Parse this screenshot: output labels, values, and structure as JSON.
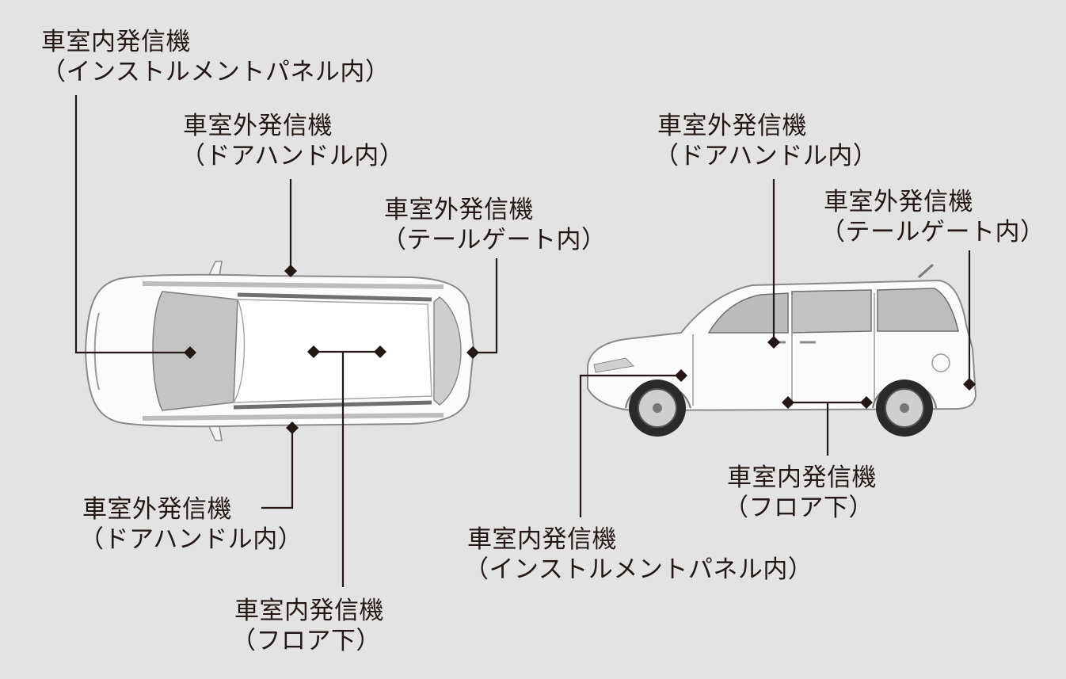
{
  "callouts": {
    "top_interior_instrument": {
      "line1": "車室内発信機",
      "line2": "（インストルメントパネル内）"
    },
    "top_exterior_door_upper": {
      "line1": "車室外発信機",
      "line2": "（ドアハンドル内）"
    },
    "top_exterior_tailgate": {
      "line1": "車室外発信機",
      "line2": "（テールゲート内）"
    },
    "top_exterior_door_lower": {
      "line1": "車室外発信機",
      "line2": "（ドアハンドル内）"
    },
    "top_interior_floor": {
      "line1": "車室内発信機",
      "line2": "（フロア下）"
    },
    "side_exterior_door": {
      "line1": "車室外発信機",
      "line2": "（ドアハンドル内）"
    },
    "side_exterior_tailgate": {
      "line1": "車室外発信機",
      "line2": "（テールゲート内）"
    },
    "side_interior_floor": {
      "line1": "車室内発信機",
      "line2": "（フロア下）"
    },
    "side_interior_instrument": {
      "line1": "車室内発信機",
      "line2": "（インストルメントパネル内）"
    }
  },
  "colors": {
    "background": "#e3e3e3",
    "ink": "#231815",
    "car_body": "#fbfbfb",
    "car_outline": "#8a8a8a",
    "glass": "#b9b9b9",
    "tire": "#2a2a2a"
  },
  "icons": {
    "marker": "diamond",
    "top_view": "car-top-view-illustration",
    "side_view": "car-side-view-illustration"
  }
}
